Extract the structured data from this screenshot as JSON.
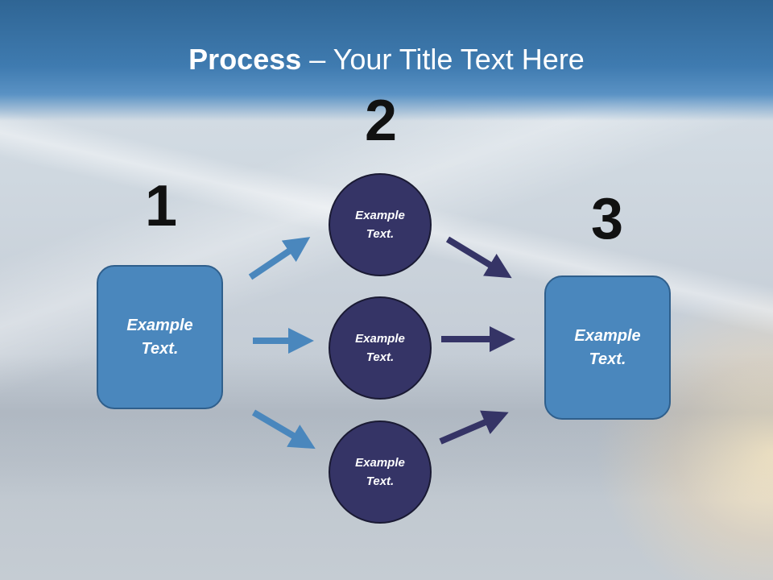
{
  "title": {
    "bold": "Process",
    "rest": " – Your Title Text Here"
  },
  "steps": {
    "one": "1",
    "two": "2",
    "three": "3"
  },
  "nodes": {
    "left_box": "Example Text.",
    "circle_top": "Example Text.",
    "circle_middle": "Example Text.",
    "circle_bottom": "Example Text.",
    "right_box": "Example Text."
  },
  "colors": {
    "header": "#3f7bb0",
    "box": "#4a87bd",
    "circle": "#353466",
    "arrow_light": "#4a87bd",
    "arrow_dark": "#353466"
  }
}
